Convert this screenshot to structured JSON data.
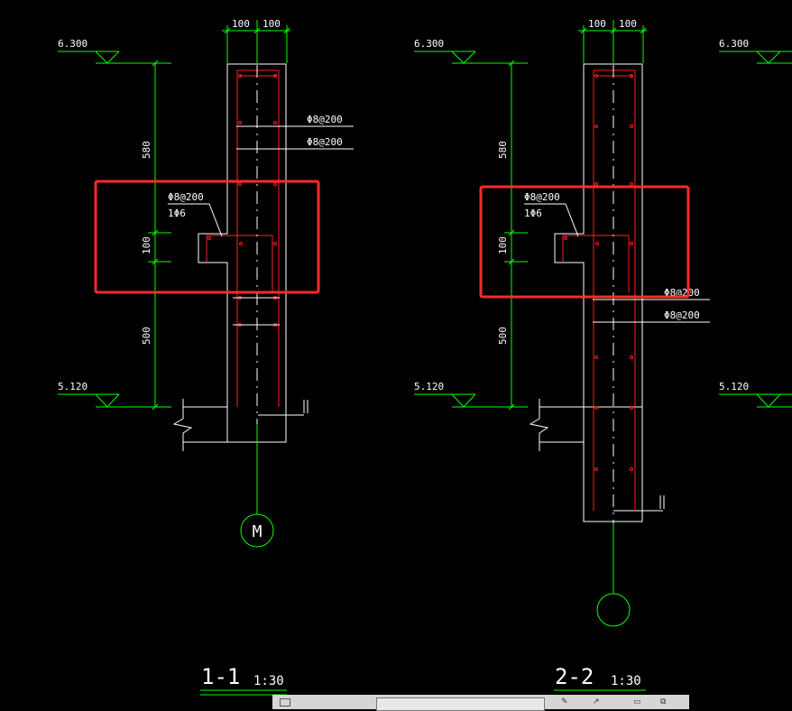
{
  "colors": {
    "background": "#000000",
    "outline": "#ffffff",
    "dimension": "#00ff00",
    "rebar": "#ff2020",
    "highlight": "#ff2a2a",
    "text": "#ffffff"
  },
  "section_1": {
    "dim_top_left": "100",
    "dim_top_right": "100",
    "elevation_top_left": "6.300",
    "elevation_bottom_left": "5.120",
    "dim_upper": "580",
    "dim_middle": "100",
    "dim_lower": "500",
    "rebar_label_1": "Φ8@200",
    "rebar_label_2": "Φ8@200",
    "corbel_label_stirrup": "Φ8@200",
    "corbel_label_bar": "1Φ6",
    "grid_label": "M",
    "title": "1-1",
    "scale": "1:30"
  },
  "section_2": {
    "dim_top_left": "100",
    "dim_top_right": "100",
    "elevation_top_left": "6.300",
    "elevation_top_right": "6.300",
    "elevation_bottom_left": "5.120",
    "elevation_bottom_right": "5.120",
    "dim_upper": "580",
    "dim_middle": "100",
    "dim_lower": "500",
    "rebar_label_1": "Φ8@200",
    "rebar_label_2": "Φ8@200",
    "corbel_label_stirrup": "Φ8@200",
    "corbel_label_bar": "1Φ6",
    "grid_label": "",
    "title": "2-2",
    "scale": "1:30"
  },
  "taskbar": {
    "item_1": "",
    "item_2": ""
  }
}
